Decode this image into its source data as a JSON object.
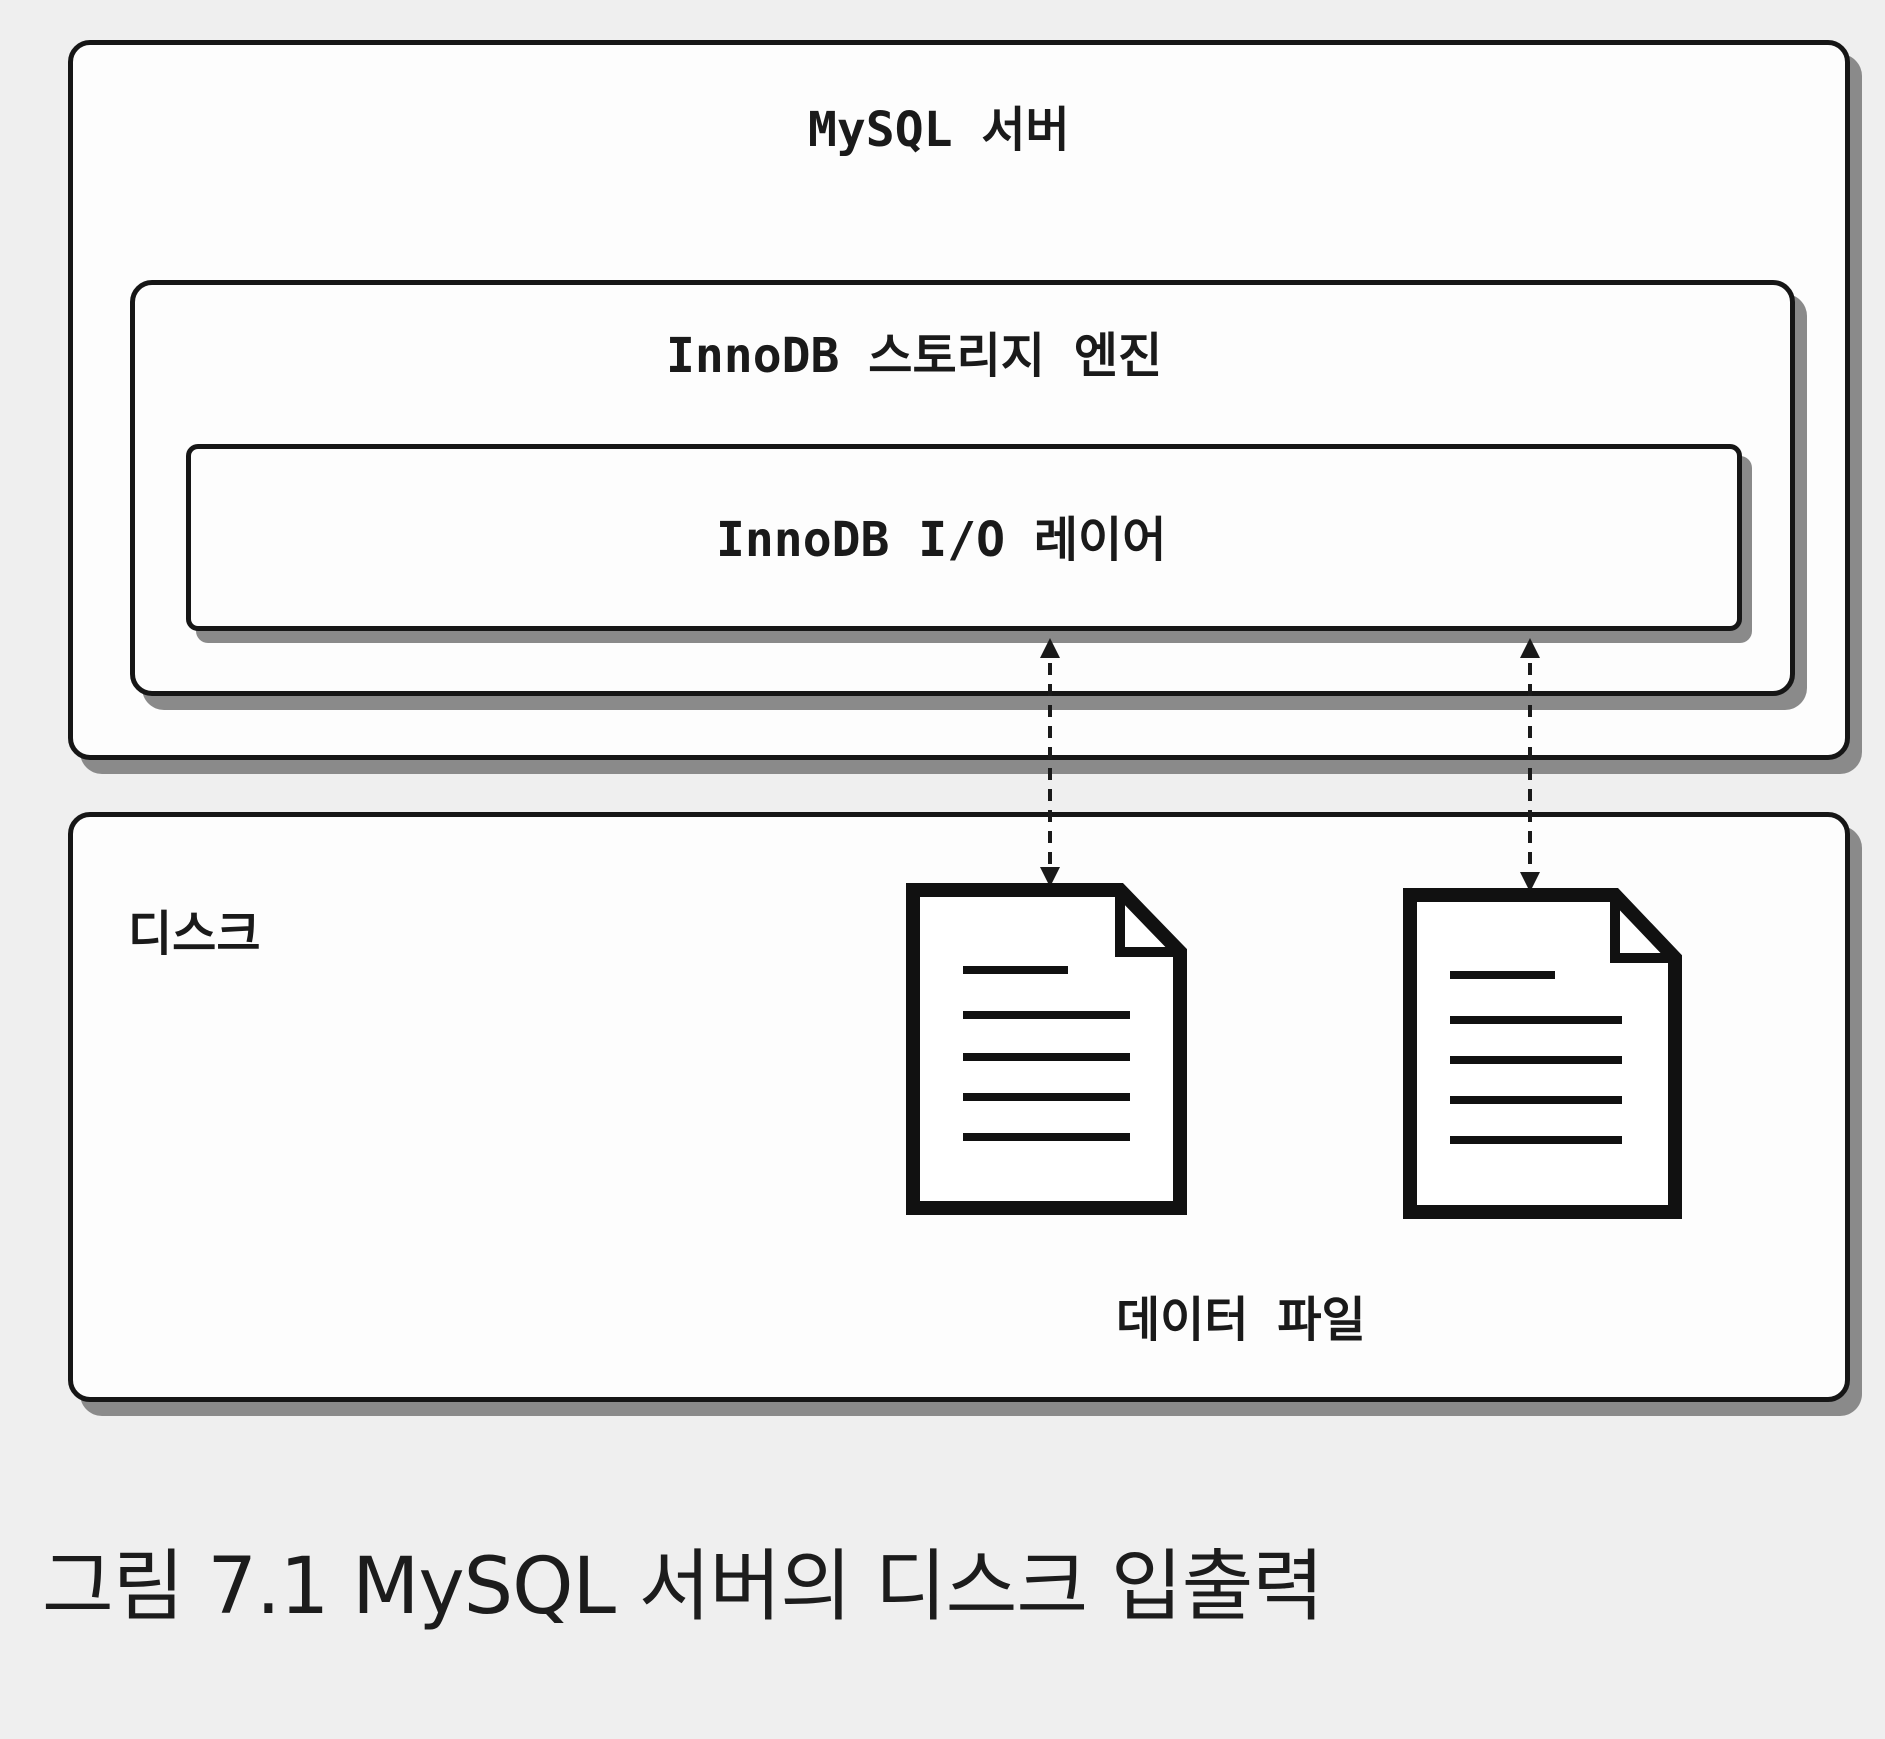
{
  "diagram": {
    "server_label": "MySQL 서버",
    "engine_label": "InnoDB 스토리지 엔진",
    "io_layer_label": "InnoDB I/O 레이어",
    "disk_label": "디스크",
    "data_file_label": "데이터 파일"
  },
  "caption": "그림 7.1 MySQL 서버의 디스크 입출력"
}
